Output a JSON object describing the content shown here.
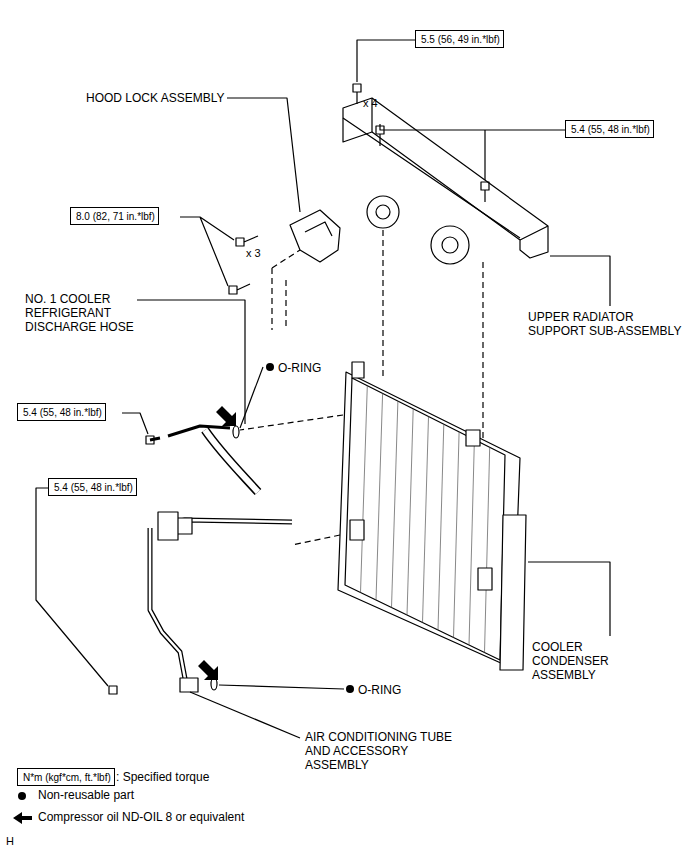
{
  "diagram": {
    "nodes": [
      {
        "text": [
          "5.5 (56, 49 in.*lbf)"
        ]
      },
      {
        "text": [
          "5.4 (55, 48 in.*lbf)"
        ]
      },
      {
        "text": [
          "8.0 (82, 71 in.*lbf)"
        ]
      },
      {
        "text": [
          "5.4 (55, 48 in.*lbf)"
        ]
      },
      {
        "text": [
          "5.4 (55, 48 in.*lbf)"
        ]
      },
      {
        "text": [
          "N*m (kgf*cm, ft.*lbf)"
        ]
      }
    ],
    "edges": [],
    "labels": [
      "x 4",
      "HOOD LOCK ASSEMBLY",
      "x 3",
      "NO. 1 COOLER REFRIGERANT DISCHARGE HOSE",
      "UPPER RADIATOR SUPPORT SUB-ASSEMBLY",
      "O-RING",
      "COOLER CONDENSER ASSEMBLY",
      "O-RING",
      "AIR CONDITIONING TUBE AND ACCESSORY ASSEMBLY",
      ": Specified torque",
      "H"
    ],
    "legend": [
      {
        "text": "Non-reusable part"
      },
      {
        "text": "Compressor oil ND-OIL 8 or equivalent"
      }
    ]
  }
}
